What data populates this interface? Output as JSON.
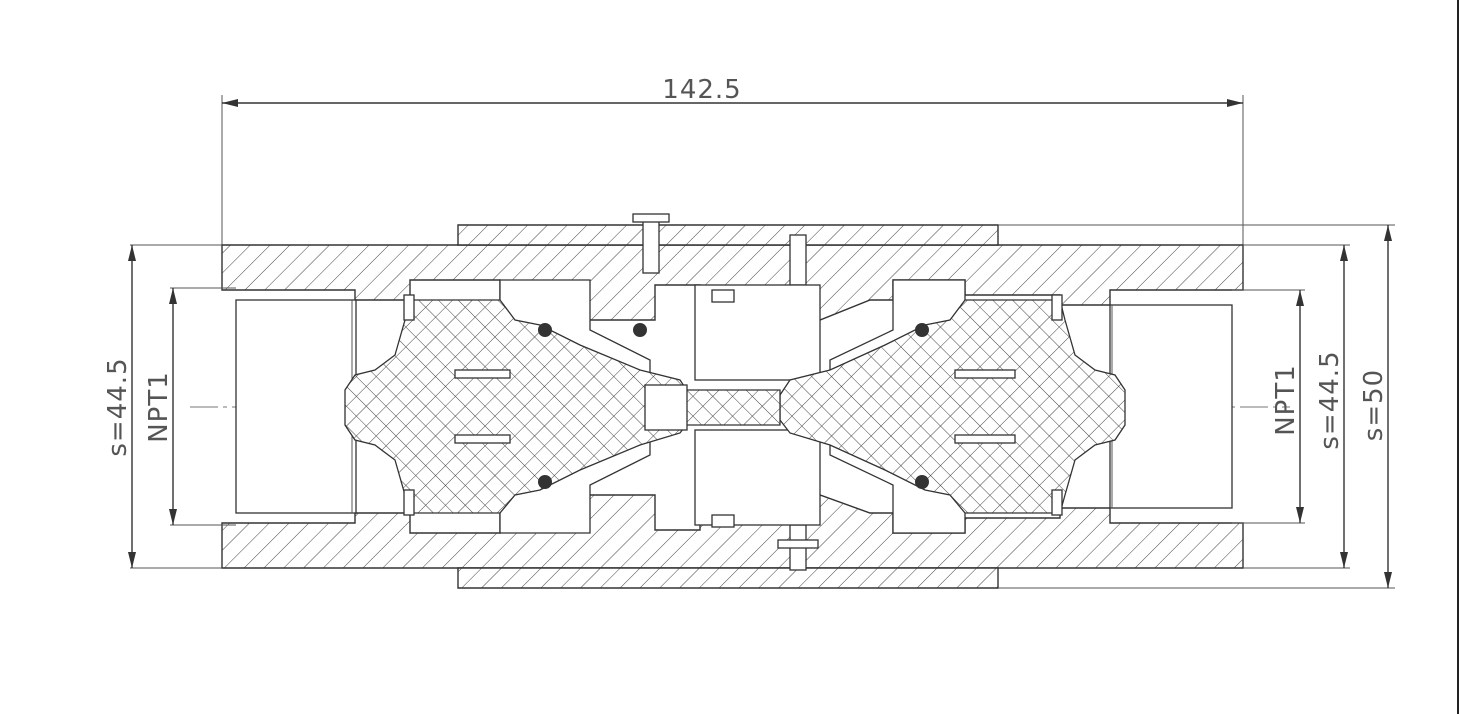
{
  "drawing": {
    "overall_length": "142.5",
    "left_hex_size": "s=44.5",
    "left_thread": "NPT1",
    "right_thread": "NPT1",
    "right_hex_size": "s=44.5",
    "body_size": "s=50"
  }
}
